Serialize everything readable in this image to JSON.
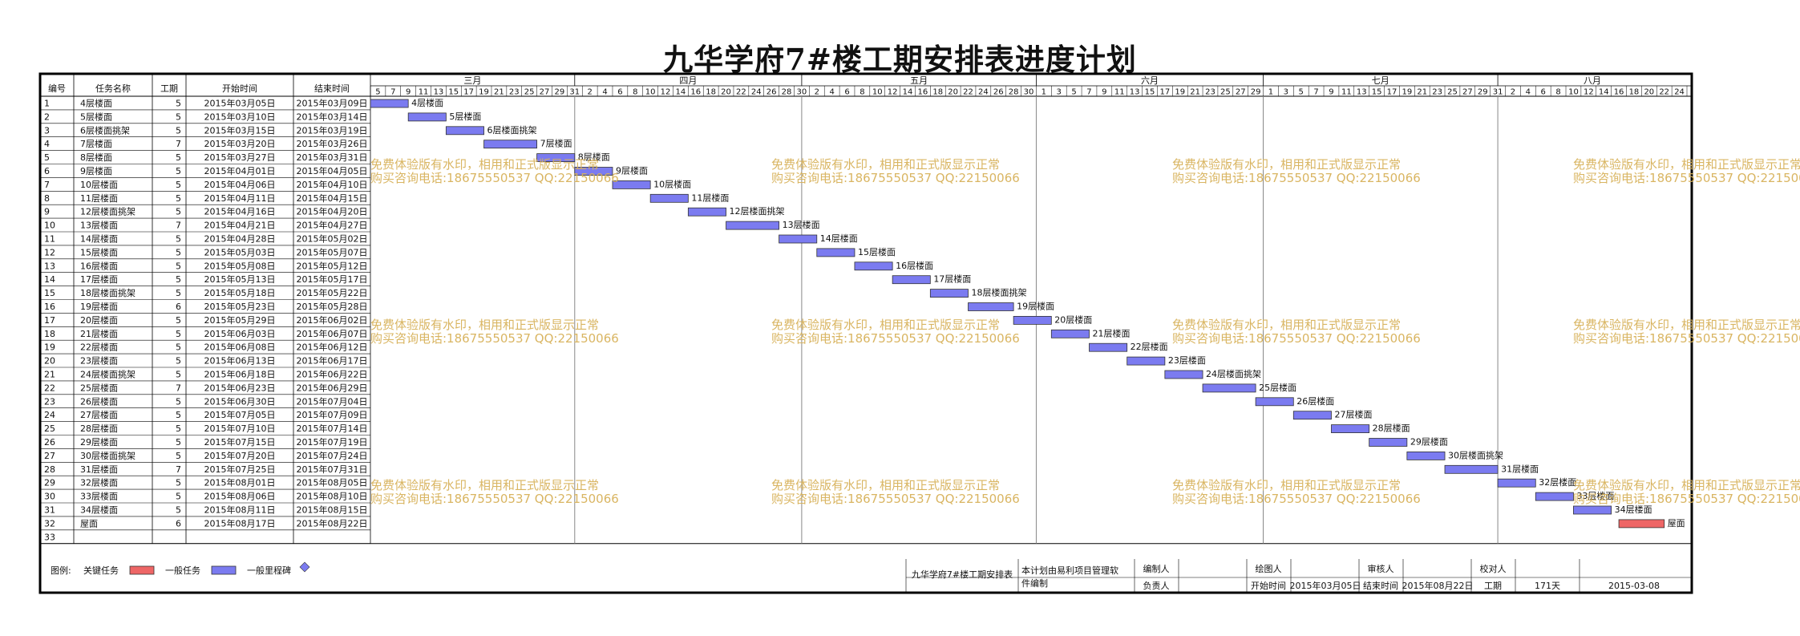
{
  "title": "九华学府7#楼工期安排表进度计划",
  "columns": [
    "编号",
    "任务名称",
    "工期",
    "开始时间",
    "结束时间"
  ],
  "months": [
    "三月",
    "四月",
    "五月",
    "六月",
    "七月",
    "八月"
  ],
  "ticks": {
    "三月": [
      "5",
      "7",
      "9",
      "11",
      "13",
      "15",
      "17",
      "19",
      "21",
      "23",
      "25",
      "27",
      "29",
      "31"
    ],
    "四月": [
      "2",
      "4",
      "6",
      "8",
      "10",
      "12",
      "14",
      "16",
      "18",
      "20",
      "22",
      "24",
      "26",
      "28",
      "30"
    ],
    "五月": [
      "2",
      "4",
      "6",
      "8",
      "10",
      "12",
      "14",
      "16",
      "18",
      "20",
      "22",
      "24",
      "26",
      "28",
      "30"
    ],
    "六月": [
      "1",
      "3",
      "5",
      "7",
      "9",
      "11",
      "13",
      "15",
      "17",
      "19",
      "21",
      "23",
      "25",
      "27",
      "29"
    ],
    "七月": [
      "1",
      "3",
      "5",
      "7",
      "9",
      "11",
      "13",
      "15",
      "17",
      "19",
      "21",
      "23",
      "25",
      "27",
      "29",
      "31"
    ],
    "八月": [
      "2",
      "4",
      "6",
      "8",
      "10",
      "12",
      "14",
      "16",
      "18",
      "20",
      "22",
      "24"
    ]
  },
  "chart_data": {
    "type": "gantt",
    "axis_start": "2015-03-05",
    "axis_end": "2015-08-25",
    "tasks": [
      {
        "id": "1",
        "name": "4层楼面",
        "duration": "5",
        "start_label": "2015年03月05日",
        "end_label": "2015年03月09日",
        "start": "2015-03-05",
        "end": "2015-03-09",
        "critical": false
      },
      {
        "id": "2",
        "name": "5层楼面",
        "duration": "5",
        "start_label": "2015年03月10日",
        "end_label": "2015年03月14日",
        "start": "2015-03-10",
        "end": "2015-03-14",
        "critical": false
      },
      {
        "id": "3",
        "name": "6层楼面挑架",
        "duration": "5",
        "start_label": "2015年03月15日",
        "end_label": "2015年03月19日",
        "start": "2015-03-15",
        "end": "2015-03-19",
        "critical": false
      },
      {
        "id": "4",
        "name": "7层楼面",
        "duration": "7",
        "start_label": "2015年03月20日",
        "end_label": "2015年03月26日",
        "start": "2015-03-20",
        "end": "2015-03-26",
        "critical": false
      },
      {
        "id": "5",
        "name": "8层楼面",
        "duration": "5",
        "start_label": "2015年03月27日",
        "end_label": "2015年03月31日",
        "start": "2015-03-27",
        "end": "2015-03-31",
        "critical": false
      },
      {
        "id": "6",
        "name": "9层楼面",
        "duration": "5",
        "start_label": "2015年04月01日",
        "end_label": "2015年04月05日",
        "start": "2015-04-01",
        "end": "2015-04-05",
        "critical": false
      },
      {
        "id": "7",
        "name": "10层楼面",
        "duration": "5",
        "start_label": "2015年04月06日",
        "end_label": "2015年04月10日",
        "start": "2015-04-06",
        "end": "2015-04-10",
        "critical": false
      },
      {
        "id": "8",
        "name": "11层楼面",
        "duration": "5",
        "start_label": "2015年04月11日",
        "end_label": "2015年04月15日",
        "start": "2015-04-11",
        "end": "2015-04-15",
        "critical": false
      },
      {
        "id": "9",
        "name": "12层楼面挑架",
        "duration": "5",
        "start_label": "2015年04月16日",
        "end_label": "2015年04月20日",
        "start": "2015-04-16",
        "end": "2015-04-20",
        "critical": false
      },
      {
        "id": "10",
        "name": "13层楼面",
        "duration": "7",
        "start_label": "2015年04月21日",
        "end_label": "2015年04月27日",
        "start": "2015-04-21",
        "end": "2015-04-27",
        "critical": false
      },
      {
        "id": "11",
        "name": "14层楼面",
        "duration": "5",
        "start_label": "2015年04月28日",
        "end_label": "2015年05月02日",
        "start": "2015-04-28",
        "end": "2015-05-02",
        "critical": false
      },
      {
        "id": "12",
        "name": "15层楼面",
        "duration": "5",
        "start_label": "2015年05月03日",
        "end_label": "2015年05月07日",
        "start": "2015-05-03",
        "end": "2015-05-07",
        "critical": false
      },
      {
        "id": "13",
        "name": "16层楼面",
        "duration": "5",
        "start_label": "2015年05月08日",
        "end_label": "2015年05月12日",
        "start": "2015-05-08",
        "end": "2015-05-12",
        "critical": false
      },
      {
        "id": "14",
        "name": "17层楼面",
        "duration": "5",
        "start_label": "2015年05月13日",
        "end_label": "2015年05月17日",
        "start": "2015-05-13",
        "end": "2015-05-17",
        "critical": false
      },
      {
        "id": "15",
        "name": "18层楼面挑架",
        "duration": "5",
        "start_label": "2015年05月18日",
        "end_label": "2015年05月22日",
        "start": "2015-05-18",
        "end": "2015-05-22",
        "critical": false
      },
      {
        "id": "16",
        "name": "19层楼面",
        "duration": "6",
        "start_label": "2015年05月23日",
        "end_label": "2015年05月28日",
        "start": "2015-05-23",
        "end": "2015-05-28",
        "critical": false
      },
      {
        "id": "17",
        "name": "20层楼面",
        "duration": "5",
        "start_label": "2015年05月29日",
        "end_label": "2015年06月02日",
        "start": "2015-05-29",
        "end": "2015-06-02",
        "critical": false
      },
      {
        "id": "18",
        "name": "21层楼面",
        "duration": "5",
        "start_label": "2015年06月03日",
        "end_label": "2015年06月07日",
        "start": "2015-06-03",
        "end": "2015-06-07",
        "critical": false
      },
      {
        "id": "19",
        "name": "22层楼面",
        "duration": "5",
        "start_label": "2015年06月08日",
        "end_label": "2015年06月12日",
        "start": "2015-06-08",
        "end": "2015-06-12",
        "critical": false
      },
      {
        "id": "20",
        "name": "23层楼面",
        "duration": "5",
        "start_label": "2015年06月13日",
        "end_label": "2015年06月17日",
        "start": "2015-06-13",
        "end": "2015-06-17",
        "critical": false
      },
      {
        "id": "21",
        "name": "24层楼面挑架",
        "duration": "5",
        "start_label": "2015年06月18日",
        "end_label": "2015年06月22日",
        "start": "2015-06-18",
        "end": "2015-06-22",
        "critical": false
      },
      {
        "id": "22",
        "name": "25层楼面",
        "duration": "7",
        "start_label": "2015年06月23日",
        "end_label": "2015年06月29日",
        "start": "2015-06-23",
        "end": "2015-06-29",
        "critical": false
      },
      {
        "id": "23",
        "name": "26层楼面",
        "duration": "5",
        "start_label": "2015年06月30日",
        "end_label": "2015年07月04日",
        "start": "2015-06-30",
        "end": "2015-07-04",
        "critical": false
      },
      {
        "id": "24",
        "name": "27层楼面",
        "duration": "5",
        "start_label": "2015年07月05日",
        "end_label": "2015年07月09日",
        "start": "2015-07-05",
        "end": "2015-07-09",
        "critical": false
      },
      {
        "id": "25",
        "name": "28层楼面",
        "duration": "5",
        "start_label": "2015年07月10日",
        "end_label": "2015年07月14日",
        "start": "2015-07-10",
        "end": "2015-07-14",
        "critical": false
      },
      {
        "id": "26",
        "name": "29层楼面",
        "duration": "5",
        "start_label": "2015年07月15日",
        "end_label": "2015年07月19日",
        "start": "2015-07-15",
        "end": "2015-07-19",
        "critical": false
      },
      {
        "id": "27",
        "name": "30层楼面挑架",
        "duration": "5",
        "start_label": "2015年07月20日",
        "end_label": "2015年07月24日",
        "start": "2015-07-20",
        "end": "2015-07-24",
        "critical": false
      },
      {
        "id": "28",
        "name": "31层楼面",
        "duration": "7",
        "start_label": "2015年07月25日",
        "end_label": "2015年07月31日",
        "start": "2015-07-25",
        "end": "2015-07-31",
        "critical": false
      },
      {
        "id": "29",
        "name": "32层楼面",
        "duration": "5",
        "start_label": "2015年08月01日",
        "end_label": "2015年08月05日",
        "start": "2015-08-01",
        "end": "2015-08-05",
        "critical": false
      },
      {
        "id": "30",
        "name": "33层楼面",
        "duration": "5",
        "start_label": "2015年08月06日",
        "end_label": "2015年08月10日",
        "start": "2015-08-06",
        "end": "2015-08-10",
        "critical": false
      },
      {
        "id": "31",
        "name": "34层楼面",
        "duration": "5",
        "start_label": "2015年08月11日",
        "end_label": "2015年08月15日",
        "start": "2015-08-11",
        "end": "2015-08-15",
        "critical": false
      },
      {
        "id": "32",
        "name": "屋面",
        "duration": "6",
        "start_label": "2015年08月17日",
        "end_label": "2015年08月22日",
        "start": "2015-08-17",
        "end": "2015-08-22",
        "critical": true
      }
    ],
    "extra_row": "33"
  },
  "watermark": {
    "line1": "免费体验版有水印，相用和正式版显示正常",
    "line2": "购买咨询电话:18675550537 QQ:22150066"
  },
  "legend": {
    "label": "图例:",
    "critical": "关键任务",
    "normal": "一般任务",
    "milestone": "一般里程碑"
  },
  "footer": {
    "table_name": "九华学府7#楼工期安排表",
    "software_note_1": "本计划由易利项目管理软",
    "software_note_2": "件编制",
    "compiler": "编制人",
    "drawer": "绘图人",
    "reviewer": "审核人",
    "checker": "校对人",
    "responsible": "负责人",
    "start_label": "开始时间",
    "start_value": "2015年03月05日",
    "end_label": "结束时间",
    "end_value": "2015年08月22日",
    "duration_label": "工期",
    "duration_value": "171天",
    "date_value": "2015-03-08"
  },
  "colors": {
    "normal_bar": "#7b7bf0",
    "critical_bar": "#ee6666",
    "critical_text": "#e0201c",
    "watermark": "#d8b25a"
  }
}
